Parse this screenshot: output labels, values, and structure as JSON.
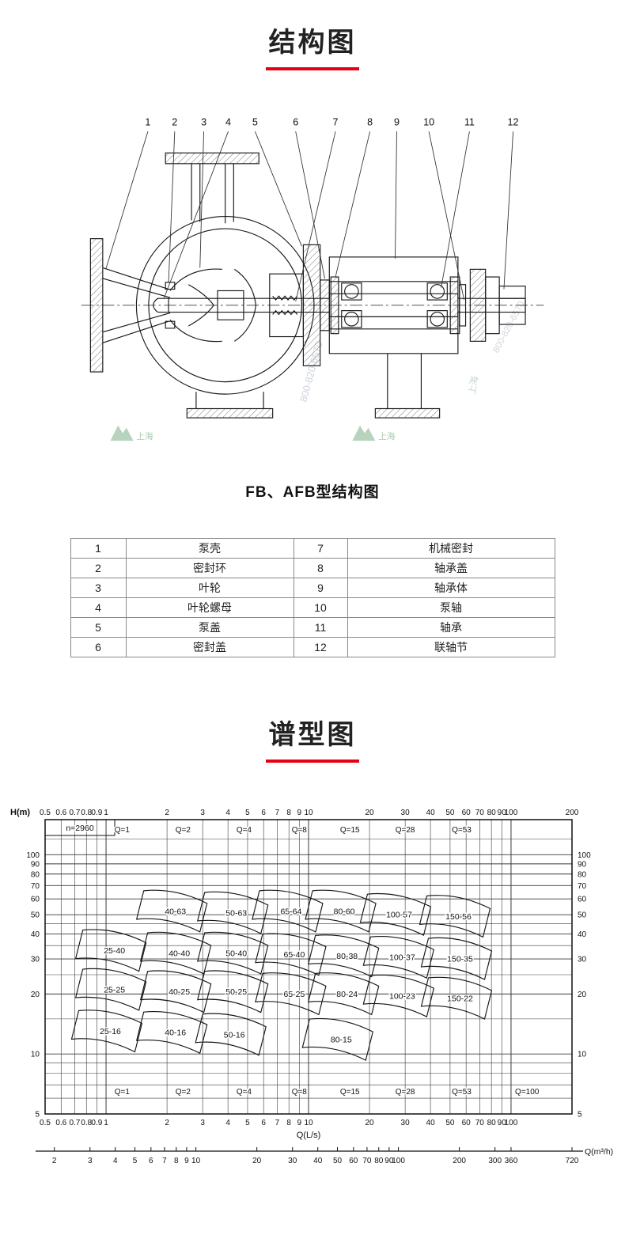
{
  "sections": {
    "structure": {
      "title": "结构图"
    },
    "selection": {
      "title": "谱型图"
    }
  },
  "diagram": {
    "caption": "FB、AFB型结构图",
    "callouts": [
      "1",
      "2",
      "3",
      "4",
      "5",
      "6",
      "7",
      "8",
      "9",
      "10",
      "11",
      "12"
    ],
    "watermark_phone": "800-820-6570",
    "watermark_brand": "上海"
  },
  "parts": {
    "rows": [
      [
        "1",
        "泵壳",
        "7",
        "机械密封"
      ],
      [
        "2",
        "密封环",
        "8",
        "轴承盖"
      ],
      [
        "3",
        "叶轮",
        "9",
        "轴承体"
      ],
      [
        "4",
        "叶轮螺母",
        "10",
        "泵轴"
      ],
      [
        "5",
        "泵盖",
        "11",
        "轴承"
      ],
      [
        "6",
        "密封盖",
        "12",
        "联轴节"
      ]
    ]
  },
  "chart_data": {
    "type": "pump-selection-map",
    "speed_label": "n=2960",
    "ylabel": "H(m)",
    "xlabel_primary": "Q(L/s)",
    "xlabel_secondary": "Q(m³/h)",
    "grid": true,
    "x_range_ls": [
      0.5,
      200
    ],
    "y_range_m": [
      5,
      150
    ],
    "x_ticks_top": [
      0.5,
      0.6,
      0.7,
      0.8,
      0.9,
      1,
      2,
      3,
      4,
      5,
      6,
      7,
      8,
      9,
      10,
      20,
      30,
      40,
      50,
      60,
      70,
      80,
      90,
      100,
      200
    ],
    "x_ticks_bottom": [
      0.5,
      0.6,
      0.7,
      0.8,
      0.9,
      1,
      2,
      3,
      4,
      5,
      6,
      7,
      8,
      9,
      10,
      20,
      30,
      40,
      50,
      60,
      70,
      80,
      90,
      100
    ],
    "x_ticks_m3h": [
      2,
      3,
      4,
      5,
      6,
      7,
      8,
      9,
      10,
      20,
      30,
      40,
      50,
      60,
      70,
      80,
      90,
      100,
      200,
      300,
      360,
      720
    ],
    "y_ticks": [
      5,
      10,
      20,
      30,
      40,
      50,
      60,
      70,
      80,
      90,
      100
    ],
    "y_gridlines": [
      5,
      6,
      7,
      8,
      9,
      10,
      15,
      20,
      25,
      30,
      35,
      40,
      45,
      50,
      60,
      70,
      80,
      90,
      100,
      120
    ],
    "q_labels_top": [
      {
        "label": "Q=1",
        "q": 1.2
      },
      {
        "label": "Q=2",
        "q": 2.4
      },
      {
        "label": "Q=4",
        "q": 4.8
      },
      {
        "label": "Q=8",
        "q": 9
      },
      {
        "label": "Q=15",
        "q": 16
      },
      {
        "label": "Q=28",
        "q": 30
      },
      {
        "label": "Q=53",
        "q": 57
      }
    ],
    "q_labels_bottom": [
      {
        "label": "Q=1",
        "q": 1.2
      },
      {
        "label": "Q=2",
        "q": 2.4
      },
      {
        "label": "Q=4",
        "q": 4.8
      },
      {
        "label": "Q=8",
        "q": 9
      },
      {
        "label": "Q=15",
        "q": 16
      },
      {
        "label": "Q=28",
        "q": 30
      },
      {
        "label": "Q=53",
        "q": 57
      },
      {
        "label": "Q=100",
        "q": 120
      }
    ],
    "regions": [
      {
        "label": "40-63",
        "q": 2.2,
        "h": 52
      },
      {
        "label": "50-63",
        "q": 4.4,
        "h": 51
      },
      {
        "label": "65-64",
        "q": 8.2,
        "h": 52
      },
      {
        "label": "80-60",
        "q": 15,
        "h": 52
      },
      {
        "label": "100-57",
        "q": 28,
        "h": 50
      },
      {
        "label": "150-56",
        "q": 55,
        "h": 49
      },
      {
        "label": "25-40",
        "q": 1.1,
        "h": 33
      },
      {
        "label": "40-40",
        "q": 2.3,
        "h": 32
      },
      {
        "label": "50-40",
        "q": 4.4,
        "h": 32
      },
      {
        "label": "65-40",
        "q": 8.5,
        "h": 31.5
      },
      {
        "label": "80-38",
        "q": 15.5,
        "h": 31
      },
      {
        "label": "100-37",
        "q": 29,
        "h": 30.5
      },
      {
        "label": "150-35",
        "q": 56,
        "h": 30
      },
      {
        "label": "25-25",
        "q": 1.1,
        "h": 21
      },
      {
        "label": "40-25",
        "q": 2.3,
        "h": 20.5
      },
      {
        "label": "50-25",
        "q": 4.4,
        "h": 20.5
      },
      {
        "label": "65-25",
        "q": 8.5,
        "h": 20
      },
      {
        "label": "80-24",
        "q": 15.5,
        "h": 20
      },
      {
        "label": "100-23",
        "q": 29,
        "h": 19.5
      },
      {
        "label": "150-22",
        "q": 56,
        "h": 19
      },
      {
        "label": "25-16",
        "q": 1.05,
        "h": 13
      },
      {
        "label": "40-16",
        "q": 2.2,
        "h": 12.8
      },
      {
        "label": "50-16",
        "q": 4.3,
        "h": 12.5
      },
      {
        "label": "80-15",
        "q": 14.5,
        "h": 11.8
      }
    ]
  }
}
